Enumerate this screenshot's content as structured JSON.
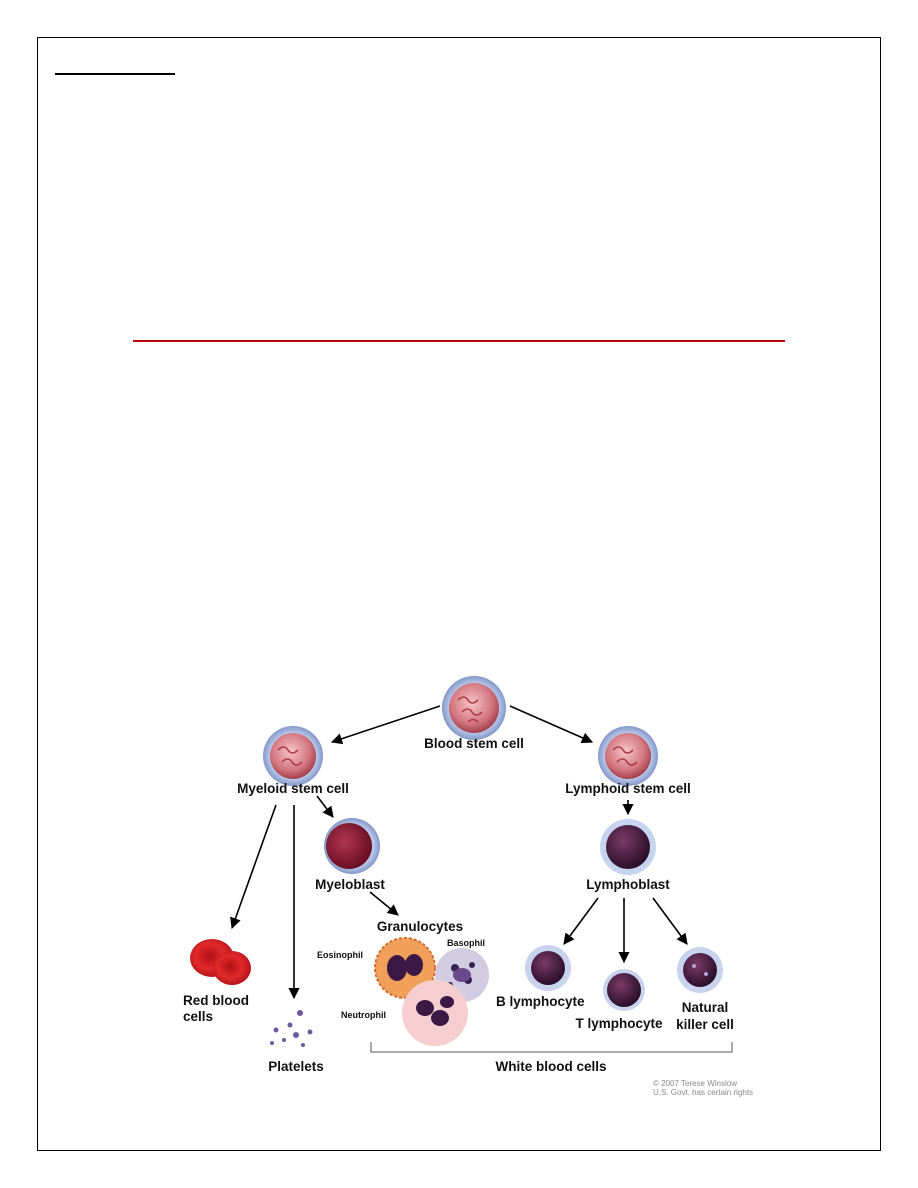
{
  "colors": {
    "rule": "#c0000c",
    "border": "#000000"
  },
  "diagram": {
    "labels": {
      "blood_stem_cell": "Blood stem cell",
      "myeloid_stem_cell": "Myeloid stem cell",
      "lymphoid_stem_cell": "Lymphoid stem cell",
      "myeloblast": "Myeloblast",
      "lymphoblast": "Lymphoblast",
      "granulocytes": "Granulocytes",
      "eosinophil": "Eosinophil",
      "basophil": "Basophil",
      "neutrophil": "Neutrophil",
      "red_blood_cells_line1": "Red blood",
      "red_blood_cells_line2": "cells",
      "platelets": "Platelets",
      "b_lymphocyte": "B lymphocyte",
      "t_lymphocyte": "T lymphocyte",
      "natural_killer_line1": "Natural",
      "natural_killer_line2": "killer cell",
      "white_blood_cells": "White blood cells"
    },
    "credit_line1": "© 2007 Terese Winslow",
    "credit_line2": "U.S. Govt. has certain rights"
  }
}
